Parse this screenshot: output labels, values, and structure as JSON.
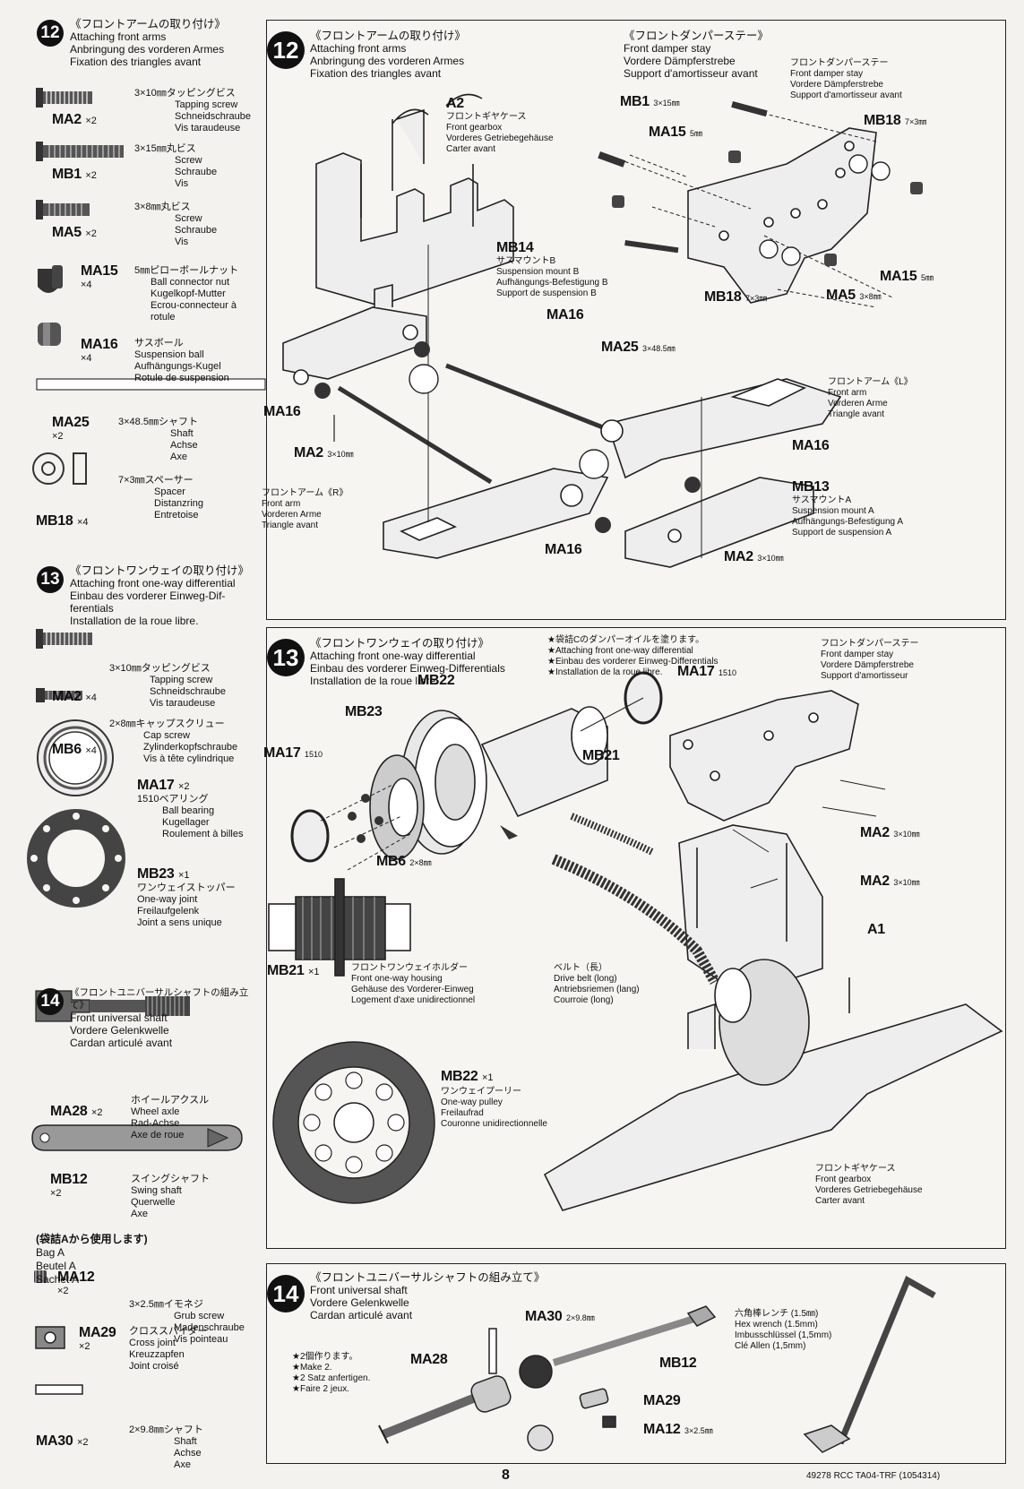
{
  "sidebar": {
    "step12": {
      "num": "12",
      "title_jp": "《フロントアームの取り付け》",
      "title_en": "Attaching front arms",
      "title_de": "Anbringung des vorderen Armes",
      "title_fr": "Fixation des triangles avant",
      "parts": [
        {
          "code": "MA2",
          "qty": "×2",
          "spec": "3×10㎜タッピングビス",
          "desc": [
            "Tapping screw",
            "Schneidschraube",
            "Vis taraudeuse"
          ]
        },
        {
          "code": "MB1",
          "qty": "×2",
          "spec": "3×15㎜丸ビス",
          "desc": [
            "Screw",
            "Schraube",
            "Vis"
          ]
        },
        {
          "code": "MA5",
          "qty": "×2",
          "spec": "3×8㎜丸ビス",
          "desc": [
            "Screw",
            "Schraube",
            "Vis"
          ]
        },
        {
          "code": "MA15",
          "qty": "×4",
          "spec": "5㎜ピローボールナット",
          "desc": [
            "Ball connector nut",
            "Kugelkopf-Mutter",
            "Ecrou-connecteur à rotule"
          ]
        },
        {
          "code": "MA16",
          "qty": "×4",
          "spec": "サスボール",
          "desc": [
            "Suspension ball",
            "Aufhängungs-Kugel",
            "Rotule de suspension"
          ]
        },
        {
          "code": "MA25",
          "qty": "×2",
          "spec": "3×48.5㎜シャフト",
          "desc": [
            "Shaft",
            "Achse",
            "Axe"
          ]
        },
        {
          "code": "MB18",
          "qty": "×4",
          "spec": "7×3㎜スペーサー",
          "desc": [
            "Spacer",
            "Distanzring",
            "Entretoise"
          ]
        }
      ]
    },
    "step13": {
      "num": "13",
      "title_jp": "《フロントワンウェイの取り付け》",
      "title_en": "Attaching front one-way differential",
      "title_de": "Einbau des vorderer Einweg-Dif-ferentials",
      "title_fr": "Installation de la roue libre.",
      "parts": [
        {
          "code": "MA2",
          "qty": "×4",
          "spec": "3×10㎜タッピングビス",
          "desc": [
            "Tapping screw",
            "Schneidschraube",
            "Vis taraudeuse"
          ]
        },
        {
          "code": "MB6",
          "qty": "×4",
          "spec": "2×8㎜キャップスクリュー",
          "desc": [
            "Cap screw",
            "Zylinderkopfschraube",
            "Vis à tête cylindrique"
          ]
        },
        {
          "code": "MA17",
          "qty": "×2",
          "spec": "1510ベアリング",
          "desc": [
            "Ball bearing",
            "Kugellager",
            "Roulement à billes"
          ]
        },
        {
          "code": "MB23",
          "qty": "×1",
          "spec": "ワンウェイストッパー",
          "desc": [
            "One-way joint",
            "Freilaufgelenk",
            "Joint a sens unique"
          ]
        }
      ]
    },
    "step14": {
      "num": "14",
      "title_jp": "《フロントユニバーサルシャフトの組み立て》",
      "title_en": "Front universal shaft",
      "title_de": "Vordere Gelenkwelle",
      "title_fr": "Cardan articulé avant",
      "parts": [
        {
          "code": "MA28",
          "qty": "×2",
          "spec": "ホイールアクスル",
          "desc": [
            "Wheel axle",
            "Rad-Achse",
            "Axe de roue"
          ]
        },
        {
          "code": "MB12",
          "qty": "×2",
          "spec": "スイングシャフト",
          "desc": [
            "Swing shaft",
            "Querwelle",
            "Axe"
          ]
        },
        {
          "code": "MA12",
          "qty": "×2",
          "spec": "3×2.5㎜イモネジ",
          "desc": [
            "Grub screw",
            "Madenschraube",
            "Vis pointeau"
          ]
        },
        {
          "code": "MA29",
          "qty": "×2",
          "spec": "クロススパイダー",
          "desc": [
            "Cross joint",
            "Kreuzzapfen",
            "Joint croisé"
          ]
        },
        {
          "code": "MA30",
          "qty": "×2",
          "spec": "2×9.8㎜シャフト",
          "desc": [
            "Shaft",
            "Achse",
            "Axe"
          ]
        }
      ],
      "bag": [
        "(袋詰Aから使用します)",
        "Bag A",
        "Beutel A",
        "Sachet A"
      ]
    }
  },
  "panel12": {
    "num": "12",
    "title": [
      "《フロントアームの取り付け》",
      "Attaching front arms",
      "Anbringung des vorderen Armes",
      "Fixation des triangles avant"
    ],
    "damper_title": [
      "《フロントダンパーステー》",
      "Front damper stay",
      "Vordere Dämpferstrebe",
      "Support d'amortisseur avant"
    ],
    "labels": {
      "a2": "A2",
      "a2_desc": [
        "フロントギヤケース",
        "Front gearbox",
        "Vorderes Getriebegehäuse",
        "Carter avant"
      ],
      "mb14": "MB14",
      "mb14_desc": [
        "サスマウントB",
        "Suspension mount B",
        "Aufhängungs-Befestigung B",
        "Support de suspension B"
      ],
      "ma16": "MA16",
      "ma25": "MA25",
      "ma25_dim": "3×48.5㎜",
      "ma2": "MA2",
      "ma2_dim": "3×10㎜",
      "arm_l": [
        "フロントアーム《L》",
        "Front arm",
        "Vorderen Arme",
        "Triangle avant"
      ],
      "arm_r": [
        "フロントアーム《R》",
        "Front arm",
        "Vorderen Arme",
        "Triangle avant"
      ],
      "mb13": "MB13",
      "mb13_desc": [
        "サスマウントA",
        "Suspension mount A",
        "Aufhängungs-Befestigung A",
        "Support de suspension A"
      ],
      "mb1": "MB1",
      "mb1_dim": "3×15㎜",
      "ma15": "MA15",
      "ma15_dim": "5㎜",
      "mb18": "MB18",
      "mb18_dim": "7×3㎜",
      "ma5": "MA5",
      "ma5_dim": "3×8㎜",
      "stay_desc": [
        "フロントダンパーステー",
        "Front damper stay",
        "Vordere Dämpferstrebe",
        "Support d'amortisseur avant"
      ]
    }
  },
  "panel13": {
    "num": "13",
    "title": [
      "《フロントワンウェイの取り付け》",
      "Attaching front one-way differential",
      "Einbau des vorderer Einweg-Differentials",
      "Installation de la roue libre."
    ],
    "note": [
      "★袋詰Cのダンパーオイルを塗ります。",
      "★Attaching front one-way differential",
      "★Einbau des vorderer Einweg-Differentials",
      "★Installation de la roue libre."
    ],
    "stay_desc": [
      "フロントダンパーステー",
      "Front damper stay",
      "Vordere Dämpferstrebe",
      "Support d'amortisseur"
    ],
    "labels": {
      "mb22": "MB22",
      "mb23": "MB23",
      "ma17": "MA17",
      "ma17_dim": "1510",
      "mb21": "MB21",
      "mb6": "MB6",
      "mb6_dim": "2×8㎜",
      "ma2": "MA2",
      "ma2_dim": "3×10㎜",
      "a1": "A1",
      "belt": [
        "ベルト（長）",
        "Drive belt (long)",
        "Antriebsriemen (lang)",
        "Courroie (long)"
      ],
      "gearbox": [
        "フロントギヤケース",
        "Front gearbox",
        "Vorderes Getriebegehäuse",
        "Carter avant"
      ]
    },
    "mb21_part": {
      "code": "MB21",
      "qty": "×1",
      "desc": [
        "フロントワンウェイホルダー",
        "Front one-way housing",
        "Gehäuse des Vorderer-Einweg",
        "Logement d'axe unidirectionnel"
      ]
    },
    "mb22_part": {
      "code": "MB22",
      "qty": "×1",
      "desc": [
        "ワンウェイプーリー",
        "One-way pulley",
        "Freilaufrad",
        "Couronne unidirectionnelle"
      ]
    }
  },
  "panel14": {
    "num": "14",
    "title": [
      "《フロントユニバーサルシャフトの組み立て》",
      "Front universal shaft",
      "Vordere Gelenkwelle",
      "Cardan articulé avant"
    ],
    "note": [
      "★2個作ります。",
      "★Make 2.",
      "★2 Satz anfertigen.",
      "★Faire 2 jeux."
    ],
    "labels": {
      "ma30": "MA30",
      "ma30_dim": "2×9.8㎜",
      "ma28": "MA28",
      "mb12": "MB12",
      "ma29": "MA29",
      "ma12": "MA12",
      "ma12_dim": "3×2.5㎜"
    },
    "wrench": [
      "六角棒レンチ (1.5㎜)",
      "Hex wrench (1.5mm)",
      "Imbusschlüssel (1,5mm)",
      "Clé Allen (1,5mm)"
    ]
  },
  "footer": {
    "page": "8",
    "ref": "49278  RCC TA04-TRF (1054314)"
  }
}
